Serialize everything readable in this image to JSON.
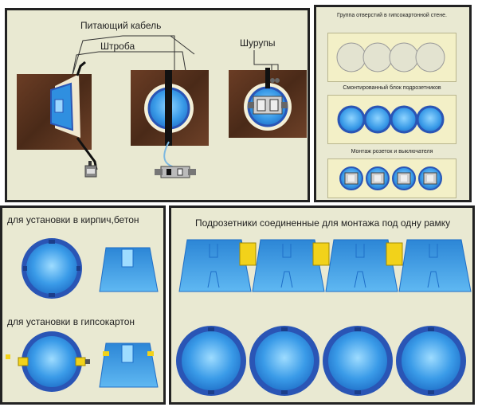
{
  "panel_tl": {
    "label_cable": "Питающий кабель",
    "label_groove": "Штроба",
    "label_screws": "Шурупы"
  },
  "panel_tr": {
    "caption_holes": "Группа отверстий в гипсокартонной стене.",
    "caption_mounted": "Смонтированный блок подрозетников",
    "caption_install": "Монтаж розеток и выключателя"
  },
  "panel_bl": {
    "caption_brick": "для установки  в кирпич,бетон",
    "caption_drywall": "для установки в гипсокартон"
  },
  "panel_br": {
    "caption": "Подрозетники соединенные для монтажа под одну рамку"
  },
  "colors": {
    "box_blue": "#2f8fe0",
    "box_rim": "#2a55b5",
    "wall_brown": "#5a3320",
    "panel_bg": "#e9e9d2",
    "connector_yellow": "#f2d21a"
  }
}
